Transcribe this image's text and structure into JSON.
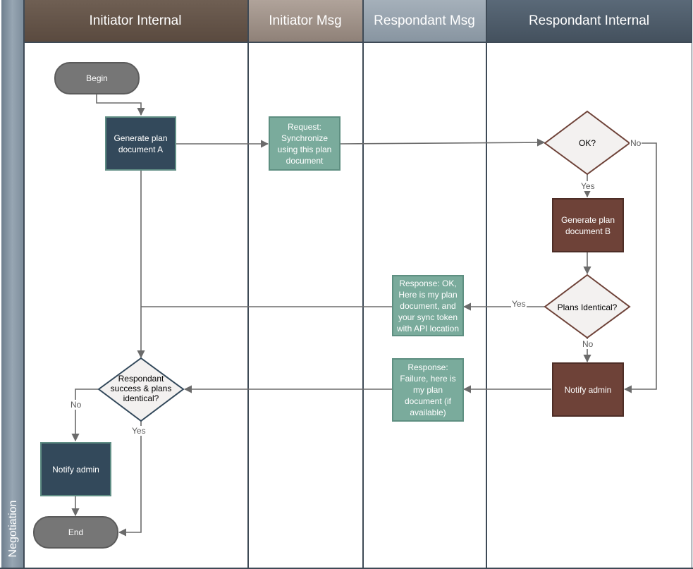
{
  "swimlane": "Negotiation",
  "lanes": [
    "Initiator Internal",
    "Initiator Msg",
    "Respondant Msg",
    "Respondant Internal"
  ],
  "nodes": {
    "begin": "Begin",
    "gen_a": "Generate plan document A",
    "request": "Request: Synchronize using this plan document",
    "ok": "OK?",
    "gen_b": "Generate plan document B",
    "plans_identical": "Plans Identical?",
    "notify_resp": "Notify admin",
    "resp_ok": "Response: OK, Here is my plan document, and your sync token with API location",
    "resp_fail": "Response: Failure, here is my plan document (if available)",
    "respondant_success": "Respondant success & plans identical?",
    "notify_init": "Notify admin",
    "end": "End"
  },
  "edge_labels": {
    "ok_no": "No",
    "ok_yes": "Yes",
    "plans_yes": "Yes",
    "plans_no": "No",
    "success_no": "No",
    "success_yes": "Yes"
  },
  "colors": {
    "terminal": "#767676",
    "process_initiator": "#33495b",
    "process_respondant": "#6e4238",
    "message": "#7aab9c",
    "decision_fill": "#f3f1f0",
    "decision_stroke": "#6e4238",
    "connector": "#6b6b6b"
  }
}
